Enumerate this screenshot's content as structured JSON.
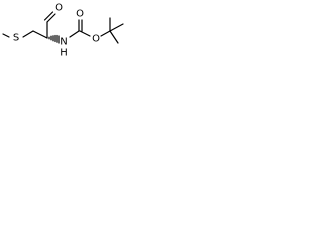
{
  "molecule": {
    "atoms": {
      "oxygen_aldehyde": "O",
      "sulfur": "S",
      "nitrogen_amide": "N",
      "hydrogen_amide": "H",
      "oxygen_carbonyl": "O",
      "oxygen_ester": "O"
    },
    "colors": {
      "bond": "#000000",
      "label": "#000000",
      "background": "#ffffff"
    }
  }
}
